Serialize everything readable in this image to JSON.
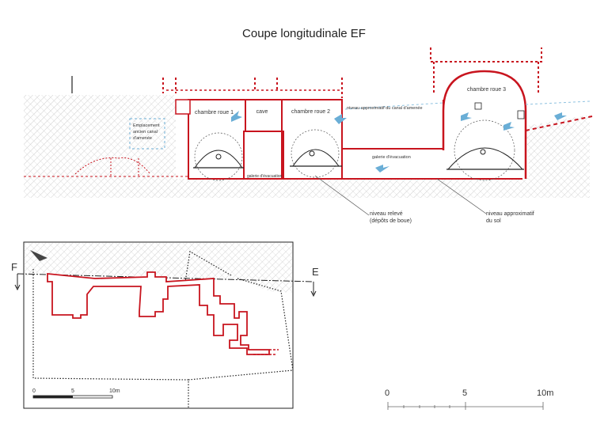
{
  "title": "Coupe longitudinale EF",
  "section_labels": {
    "room_wheel_1": "chambre roue 1",
    "cellar": "cave",
    "room_wheel_2": "chambre roue 2",
    "room_wheel_3": "chambre roue 3",
    "location": "Emplacement\nancien canal\nd'amenée",
    "canal_level": "niveau approximatif du canal d'amenée",
    "evacuation_gallery": "galerie d'évacuation",
    "lower_gallery": "galerie d'évacuation",
    "raised_level": "niveau relevé\n(dépôts de boue)",
    "ground_level": "niveau approximatif\ndu sol"
  },
  "plan_labels": {
    "point_f": "F",
    "point_e": "E",
    "scale_0": "0",
    "scale_5": "5",
    "scale_10": "10m"
  },
  "section_scale": {
    "scale_0": "0",
    "scale_5": "5",
    "scale_10": "10m"
  },
  "colors": {
    "wall": "#c8141e",
    "hatch": "#c8c8c8",
    "water": "#6aaed6",
    "ink": "#222222"
  }
}
